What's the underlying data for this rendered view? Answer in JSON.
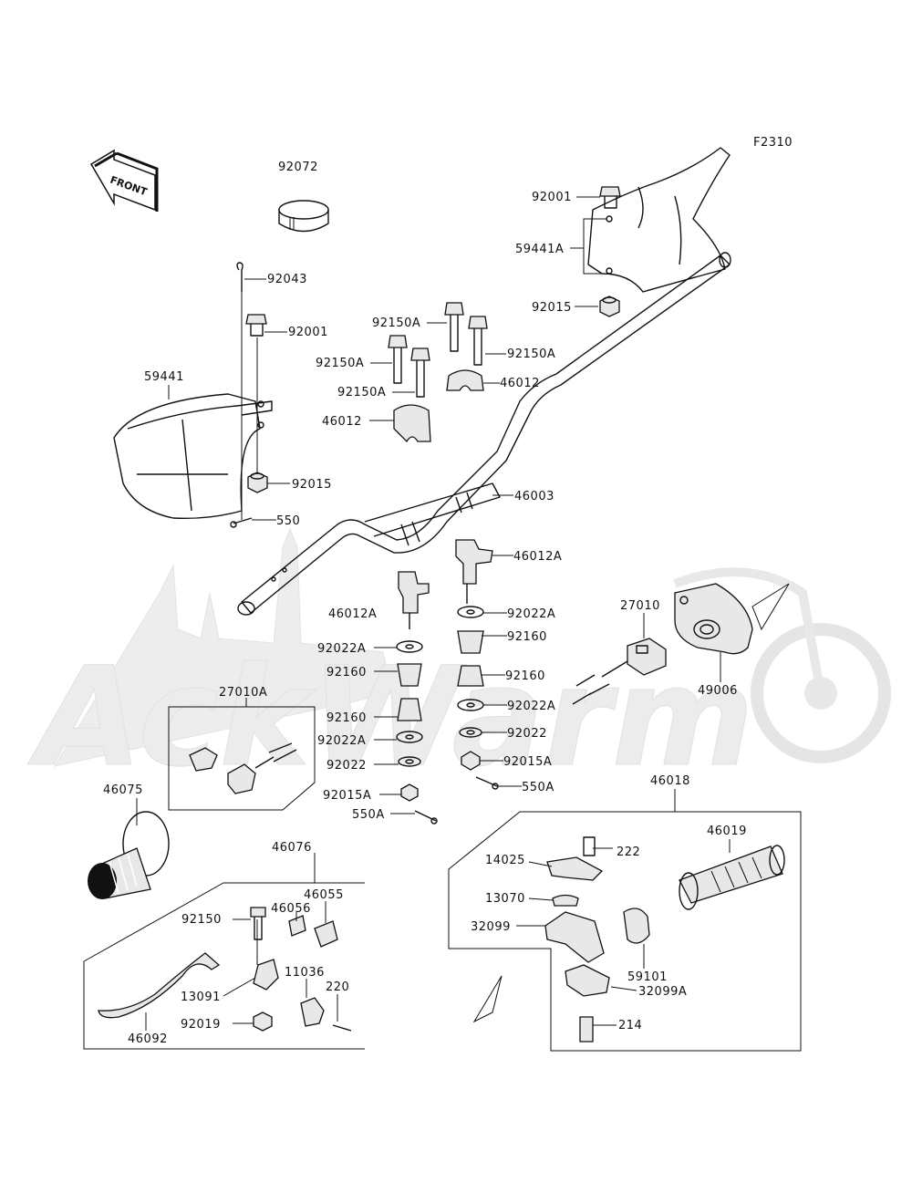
{
  "figure_code": "F2310",
  "front_label": "FRONT",
  "watermark_text": "AckWarm",
  "labels": {
    "l92072": "92072",
    "l92043": "92043",
    "l92001a": "92001",
    "l59441": "59441",
    "l92015a": "92015",
    "l550": "550",
    "l92001b": "92001",
    "l59441A": "59441A",
    "l92015b": "92015",
    "l92150A_1": "92150A",
    "l92150A_2": "92150A",
    "l92150A_3": "92150A",
    "l92150A_4": "92150A",
    "l46012_1": "46012",
    "l46012_2": "46012",
    "l46003": "46003",
    "l46012A_r": "46012A",
    "l46012A_l": "46012A",
    "l92022A_r1": "92022A",
    "l92160_r1": "92160",
    "l92160_r2": "92160",
    "l92022A_r2": "92022A",
    "l92022_r": "92022",
    "l92015A_r": "92015A",
    "l550A_r": "550A",
    "l92022A_l1": "92022A",
    "l92160_l1": "92160",
    "l92160_l2": "92160",
    "l92022A_l2": "92022A",
    "l92022_l": "92022",
    "l92015A_l": "92015A",
    "l550A_l": "550A",
    "l27010A": "27010A",
    "l27010": "27010",
    "l49006": "49006",
    "l46075": "46075",
    "l46076": "46076",
    "l46055": "46055",
    "l46056": "46056",
    "l92150": "92150",
    "l11036": "11036",
    "l220": "220",
    "l13091": "13091",
    "l92019": "92019",
    "l46092": "46092",
    "l46018": "46018",
    "l46019": "46019",
    "l222": "222",
    "l14025": "14025",
    "l13070": "13070",
    "l32099": "32099",
    "l59101": "59101",
    "l32099A": "32099A",
    "l214": "214"
  }
}
